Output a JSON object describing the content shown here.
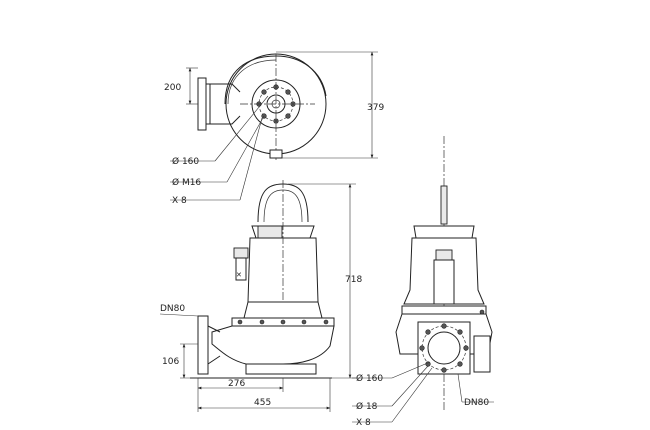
{
  "top_view": {
    "dim_height": "200",
    "dim_depth": "379",
    "bolt_circle": "Ø 160",
    "thread": "Ø M16",
    "bolt_count": "X 8"
  },
  "side_view": {
    "dim_height": "718",
    "outlet": "DN80",
    "dim_outlet_height": "106",
    "dim_base": "276",
    "dim_width": "455"
  },
  "front_view": {
    "bolt_circle": "Ø 160",
    "hole": "Ø 18",
    "bolt_count": "X 8",
    "outlet": "DN80"
  }
}
